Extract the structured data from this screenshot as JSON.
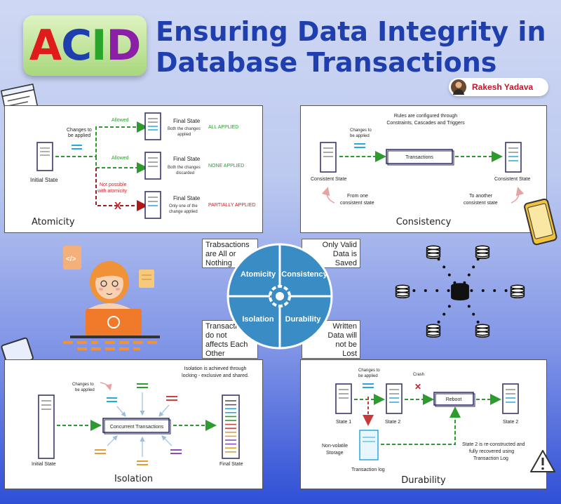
{
  "header": {
    "logo": {
      "letters": [
        "A",
        "C",
        "I",
        "D"
      ],
      "colors": [
        "#e01b1b",
        "#1f3fae",
        "#2aa52a",
        "#8a1fa8"
      ]
    },
    "title_line1": "Ensuring Data Integrity in",
    "title_line2": "Database Transactions",
    "author": "Rakesh Yadava"
  },
  "colors": {
    "accent_green": "#2e9b2e",
    "accent_red": "#d0202a",
    "title_blue": "#1f3fae",
    "wheel_blue": "#3a8dc4"
  },
  "atomicity": {
    "title": "Atomicity",
    "changes_label_1": "Changes to",
    "changes_label_2": "be applied",
    "initial_state": "Initial State",
    "allowed_1": "Allowed",
    "allowed_2": "Allowed",
    "not_possible_1": "Not possible",
    "not_possible_2": "with atomicity",
    "outcomes": [
      {
        "heading": "Final State",
        "desc1": "Both the changes",
        "desc2": "applied",
        "tag": "ALL APPLIED"
      },
      {
        "heading": "Final State",
        "desc1": "Both the changes",
        "desc2": "discarded",
        "tag": "NONE APPLIED"
      },
      {
        "heading": "Final State",
        "desc1": "Only one of the",
        "desc2": "change applied",
        "tag": "PARTIALLY APPLIED"
      }
    ]
  },
  "consistency": {
    "title": "Consistency",
    "rules_1": "Rules are configured through",
    "rules_2": "Constraints, Cascades and Triggers",
    "changes_label_1": "Changes to",
    "changes_label_2": "be applied",
    "transactions": "Transactions",
    "state_left": "Consistent State",
    "state_right": "Consistent State",
    "from_1": "From one",
    "from_2": "consistent state",
    "to_1": "To another",
    "to_2": "consistent state"
  },
  "isolation": {
    "title": "Isolation",
    "note_1": "Isolation is achieved through",
    "note_2": "locking - exclusive and shared.",
    "changes_label_1": "Changes to",
    "changes_label_2": "be applied",
    "concurrent": "Concurrent Transactions",
    "initial_state": "Initial State",
    "final_state": "Final State"
  },
  "durability": {
    "title": "Durability",
    "changes_label_1": "Changes to",
    "changes_label_2": "be applied",
    "crash": "Crash",
    "reboot": "Reboot",
    "state1": "State 1",
    "state2": "State 2",
    "state2b": "State 2",
    "storage_1": "Non-volatile",
    "storage_2": "Storage",
    "log": "Transaction log",
    "note_1": "State 2 is re-constructed and",
    "note_2": "fully recovered using",
    "note_3": "Transaction Log"
  },
  "wheel": {
    "labels": [
      "Atomicity",
      "Consistency",
      "Isolation",
      "Durability"
    ],
    "callouts": {
      "atomicity": [
        "Trabsactions",
        "are All or",
        "Nothing"
      ],
      "consistency": [
        "Only Valid",
        "Data is",
        "Saved"
      ],
      "isolation": [
        "Transactions",
        "do not",
        "affects Each",
        "Other"
      ],
      "durability": [
        "Written",
        "Data will",
        "not be",
        "Lost"
      ]
    }
  }
}
